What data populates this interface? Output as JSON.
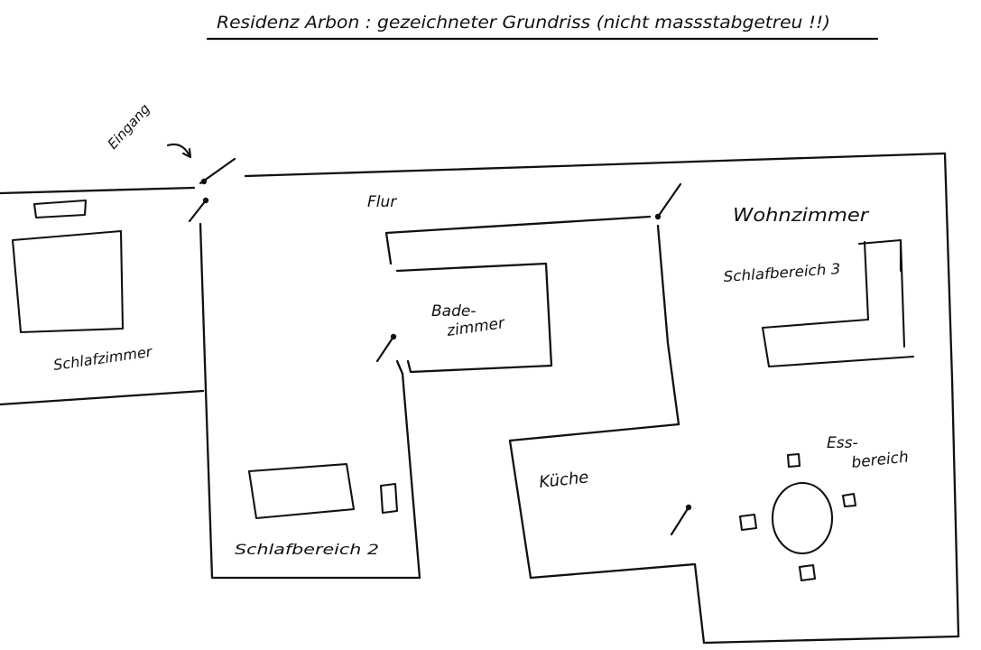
{
  "title": "Residenz Arbon : gezeichneter Grundriss (nicht massstabgetreu !!)",
  "labels": {
    "entrance": "Eingang",
    "hallway": "Flur",
    "living_room": "Wohnzimmer",
    "bathroom_line1": "Bade-",
    "bathroom_line2": "zimmer",
    "bedroom": "Schlafzimmer",
    "sleeping_area_2": "Schlafbereich 2",
    "sleeping_area_3": "Schlafbereich 3",
    "kitchen": "Küche",
    "dining_line1": "Ess-",
    "dining_line2": "bereich"
  },
  "style": {
    "ink": "#111111",
    "paper": "#ffffff"
  }
}
